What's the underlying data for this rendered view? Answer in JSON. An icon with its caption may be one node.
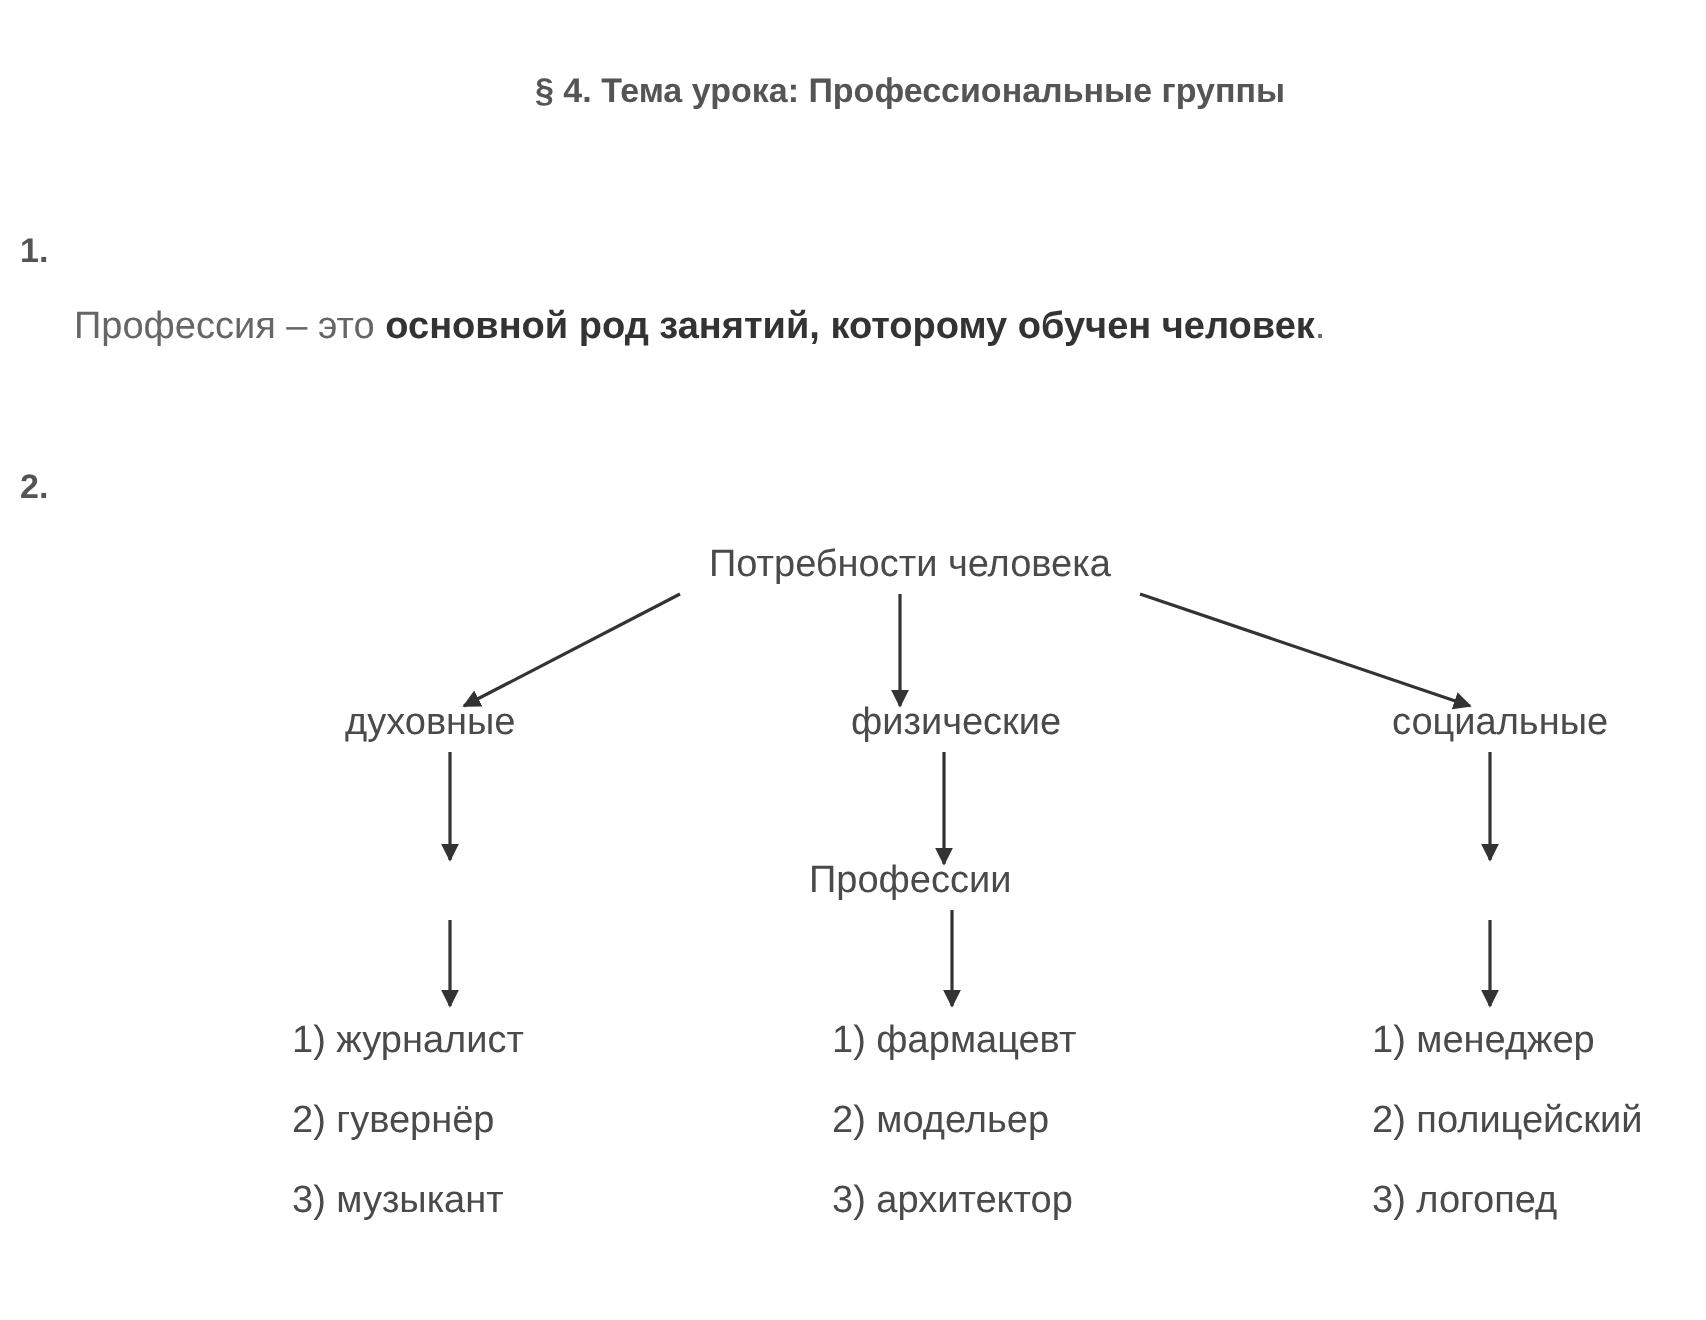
{
  "diagram": {
    "title": "§ 4. Тема урока: Профессиональные группы",
    "nodes": [
      {
        "text": [
          "Потребности человека"
        ]
      },
      {
        "text": [
          "духовные"
        ]
      },
      {
        "text": [
          "физические"
        ]
      },
      {
        "text": [
          "социальные"
        ]
      },
      {
        "text": [
          "Профессии"
        ]
      },
      {
        "text": [
          "1) журналист",
          "2) гувернёр",
          "3) музыкант"
        ]
      },
      {
        "text": [
          "1) фармацевт",
          "2) модельер",
          "3) архитектор"
        ]
      },
      {
        "text": [
          "1) менеджер",
          "2) полицейский",
          "3) логопед"
        ]
      }
    ],
    "edges": [
      {
        "from": 0,
        "to": 1,
        "arrow": "to"
      },
      {
        "from": 0,
        "to": 2,
        "arrow": "to"
      },
      {
        "from": 0,
        "to": 3,
        "arrow": "to"
      },
      {
        "from": 1,
        "to": null,
        "arrow": "to"
      },
      {
        "from": 2,
        "to": 4,
        "arrow": "to"
      },
      {
        "from": 3,
        "to": null,
        "arrow": "to"
      },
      {
        "from": null,
        "to": 5,
        "arrow": "to"
      },
      {
        "from": 4,
        "to": 6,
        "arrow": "to"
      },
      {
        "from": null,
        "to": 7,
        "arrow": "to"
      }
    ],
    "labels": [
      "1.",
      "Профессия – это **основной род занятий, которому обучен человек**.",
      "2."
    ]
  }
}
